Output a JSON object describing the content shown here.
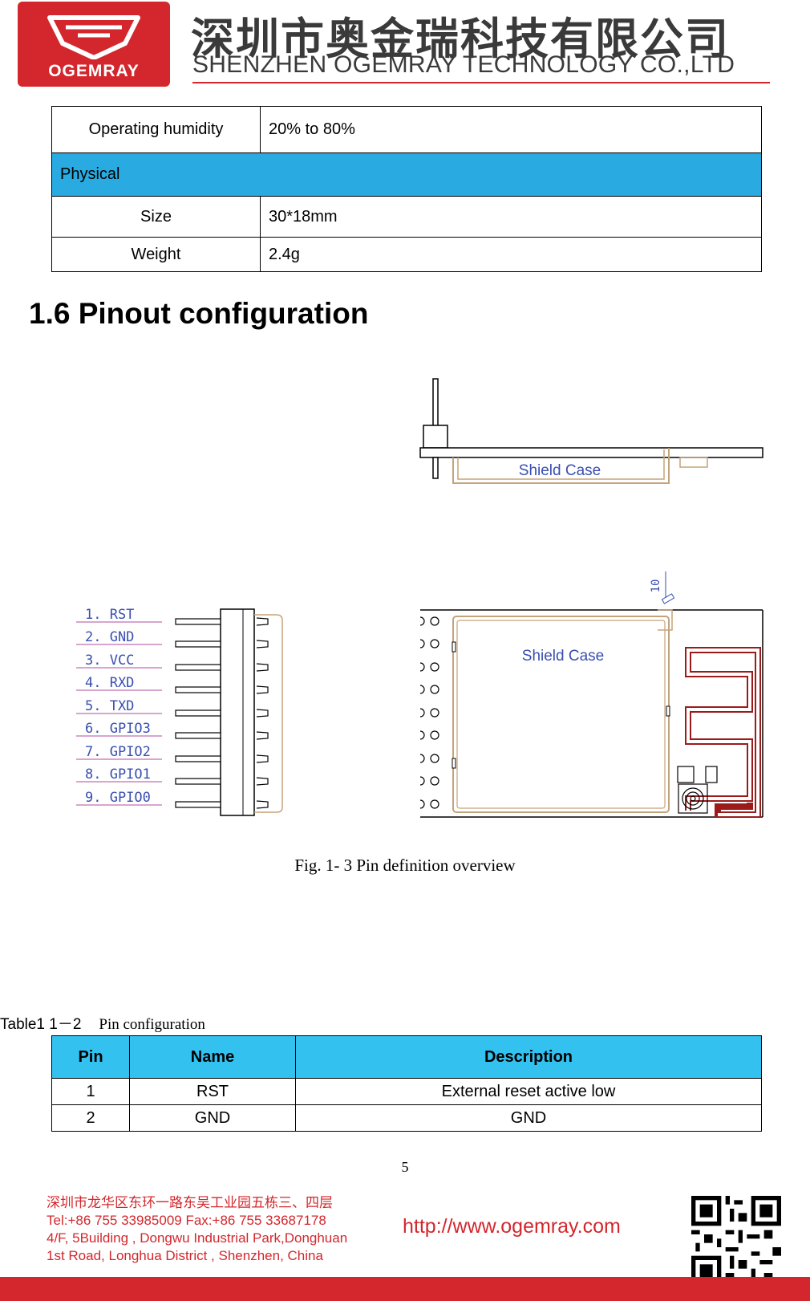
{
  "header": {
    "brand": "OGEMRAY",
    "company_cn": "深圳市奥金瑞科技有限公司",
    "company_en": "SHENZHEN OGEMRAY TECHNOLOGY CO.,LTD"
  },
  "spec_table": {
    "humidity_label": "Operating humidity",
    "humidity_value": "20% to 80%",
    "section": "Physical",
    "size_label": "Size",
    "size_value": "30*18mm",
    "weight_label": "Weight",
    "weight_value": "2.4g"
  },
  "section_title": "1.6 Pinout configuration",
  "diagram": {
    "shield_case_label": "Shield Case",
    "pin_labels": [
      "1. RST",
      "2. GND",
      "3. VCC",
      "4. RXD",
      "5. TXD",
      "6. GPIO3",
      "7. GPIO2",
      "8. GPIO1",
      "9. GPIO0"
    ],
    "marker_10": "10",
    "colors": {
      "outline": "#c5a37a",
      "label_blue": "#3a4fb0",
      "antenna": "#9b1b1b"
    }
  },
  "figure_caption": "Fig. 1- 3 Pin definition overview",
  "table_caption": {
    "number": "Table1 1－2",
    "title": "Pin configuration"
  },
  "pin_table": {
    "headers": {
      "pin": "Pin",
      "name": "Name",
      "description": "Description"
    },
    "rows": [
      {
        "pin": "1",
        "name": "RST",
        "description": "External reset active low"
      },
      {
        "pin": "2",
        "name": "GND",
        "description": "GND"
      }
    ]
  },
  "page_number": "5",
  "footer": {
    "address_cn": "深圳市龙华区东环一路东吴工业园五栋三、四层",
    "tel_fax": "Tel:+86 755 33985009    Fax:+86 755 33687178",
    "address_en_1": "4/F, 5Building , Dongwu Industrial Park,Donghuan",
    "address_en_2": "1st Road, Longhua District , Shenzhen, China",
    "url": "http://www.ogemray.com"
  }
}
